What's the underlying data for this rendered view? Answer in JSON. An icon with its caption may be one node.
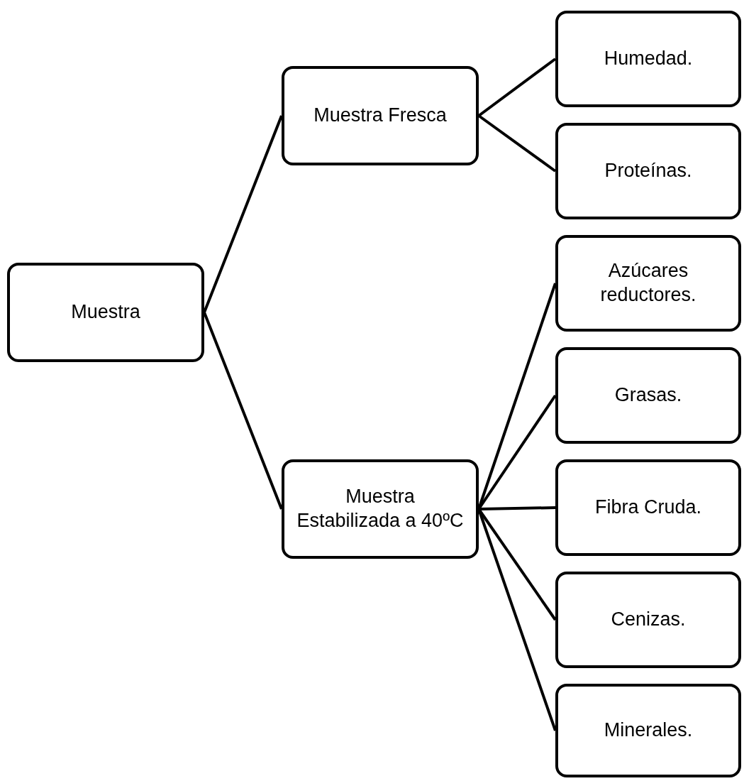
{
  "diagram": {
    "nodes": [
      {
        "text": [
          "Muestra"
        ]
      },
      {
        "text": [
          "Muestra Fresca"
        ]
      },
      {
        "text": [
          "Muestra Estabilizada a 40ºC"
        ]
      },
      {
        "text": [
          "Humedad."
        ]
      },
      {
        "text": [
          "Proteínas."
        ]
      },
      {
        "text": [
          "Azúcares reductores."
        ]
      },
      {
        "text": [
          "Grasas."
        ]
      },
      {
        "text": [
          "Fibra Cruda."
        ]
      },
      {
        "text": [
          "Cenizas."
        ]
      },
      {
        "text": [
          "Minerales."
        ]
      }
    ],
    "edges": [
      {
        "from": 0,
        "to": 1,
        "arrow": "none"
      },
      {
        "from": 0,
        "to": 2,
        "arrow": "none"
      },
      {
        "from": 1,
        "to": 3,
        "arrow": "none"
      },
      {
        "from": 1,
        "to": 4,
        "arrow": "none"
      },
      {
        "from": 2,
        "to": 5,
        "arrow": "none"
      },
      {
        "from": 2,
        "to": 6,
        "arrow": "none"
      },
      {
        "from": 2,
        "to": 7,
        "arrow": "none"
      },
      {
        "from": 2,
        "to": 8,
        "arrow": "none"
      },
      {
        "from": 2,
        "to": 9,
        "arrow": "none"
      }
    ]
  }
}
